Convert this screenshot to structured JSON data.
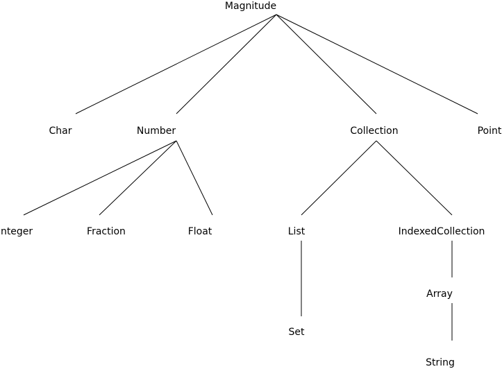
{
  "colors": {
    "text": "#000000",
    "line": "#000000",
    "background": "#ffffff"
  },
  "nodes": {
    "magnitude": "Magnitude",
    "char": "Char",
    "number": "Number",
    "collection": "Collection",
    "point": "Point",
    "integer": "Integer",
    "fraction": "Fraction",
    "float": "Float",
    "list": "List",
    "indexed_collection": "IndexedCollection",
    "set": "Set",
    "array": "Array",
    "string": "String"
  },
  "edges": [
    [
      "magnitude",
      "char"
    ],
    [
      "magnitude",
      "number"
    ],
    [
      "magnitude",
      "collection"
    ],
    [
      "magnitude",
      "point"
    ],
    [
      "number",
      "integer"
    ],
    [
      "number",
      "fraction"
    ],
    [
      "number",
      "float"
    ],
    [
      "collection",
      "list"
    ],
    [
      "collection",
      "indexed_collection"
    ],
    [
      "list",
      "set"
    ],
    [
      "indexed_collection",
      "array"
    ],
    [
      "array",
      "string"
    ]
  ]
}
